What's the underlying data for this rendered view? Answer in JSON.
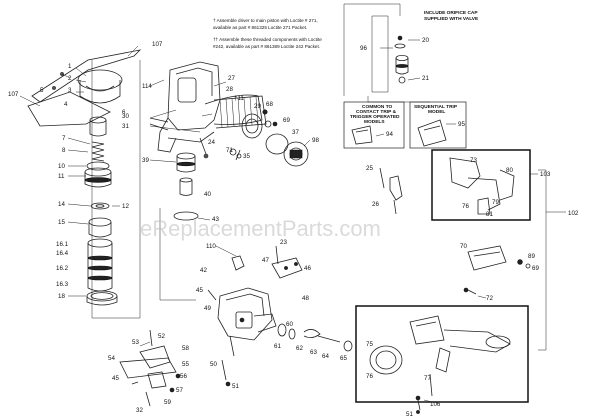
{
  "notes": {
    "note1_line1": "† Assemble driver to main piston with Loctite # 271,",
    "note1_line2": "available as part # 861325 Loctite 271 Packet.",
    "note2_line1": "†† Assemble these threaded components with Loctite",
    "note2_line2": "#242, available as part # 861389 Loctite 242 Packet.",
    "orifice_line1": "INCLUDE ORIFICE CAP",
    "orifice_line2": "SUPPLIED WITH VALVE",
    "contact_line1": "COMMON TO",
    "contact_line2": "CONTACT TRIP &",
    "contact_line3": "TRIGGER OPERATED",
    "contact_line4": "MODELS",
    "sequential_line1": "SEQUENTIAL TRIP",
    "sequential_line2": "MODEL"
  },
  "watermark": "eReplacementParts.com",
  "labels": {
    "l107a": "107",
    "l107b": "107",
    "l1": "1",
    "l2": "2",
    "l3": "3",
    "l4": "4",
    "l5": "5",
    "l6": "6",
    "l7": "7",
    "l8": "8",
    "l10": "10",
    "l11": "11",
    "l14": "14",
    "l12": "12",
    "l15": "15",
    "l16_1": "16.1",
    "l16_4": "16.4",
    "l16_2": "16.2",
    "l16_3": "16.3",
    "l18": "18",
    "l114": "114",
    "l27": "27",
    "l28": "28",
    "l111": "†11",
    "l30": "30",
    "l31": "31",
    "l24": "24",
    "l29": "29",
    "l68": "68",
    "l69": "69",
    "l37": "37",
    "l98": "98",
    "l39": "39",
    "l71": "71",
    "l35": "35",
    "l40": "40",
    "l43": "43",
    "l96": "96",
    "l20": "20",
    "l21": "21",
    "l94": "94",
    "l95": "95",
    "l25": "25",
    "l26": "26",
    "l73": "73",
    "l80": "80",
    "l103": "103",
    "l76": "76",
    "l79": "79",
    "l81": "81",
    "l102": "102",
    "l110": "110",
    "l23": "23",
    "l47": "47",
    "l46": "46",
    "l42": "42",
    "l45": "45",
    "l48": "48",
    "l49": "49",
    "l70": "70",
    "l89": "89",
    "l69b": "69",
    "l72": "72",
    "l52": "52",
    "l53": "53",
    "l58": "58",
    "l60": "60",
    "l61": "61",
    "l62": "62",
    "l63": "63",
    "l64": "64",
    "l65": "65",
    "l75": "75",
    "l76b": "76",
    "l77": "77",
    "l54": "54",
    "l55": "55",
    "l56": "56",
    "l57": "57",
    "l59": "59",
    "l50": "50",
    "l51": "51",
    "l45b": "45",
    "l32": "32",
    "l106": "106",
    "l51b": "51"
  }
}
